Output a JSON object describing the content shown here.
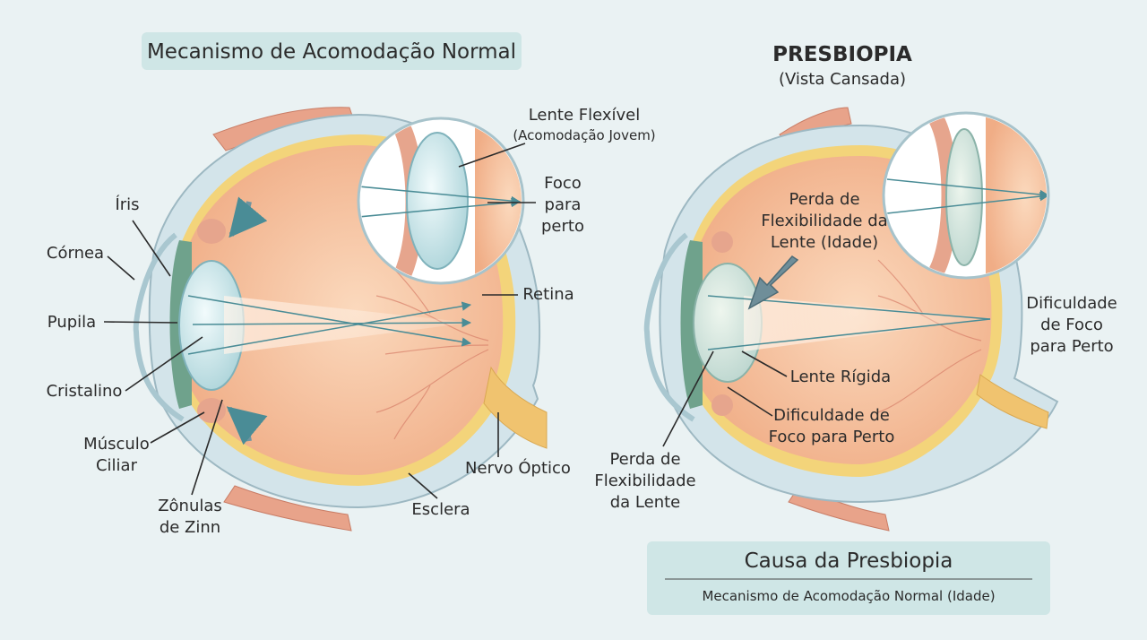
{
  "left_title": "Mecanismo de Acomodação Normal",
  "right_title": "PRESBIOPIA",
  "right_subtitle": "(Vista Cansada)",
  "left_labels": {
    "lens_flexible": "Lente Flexível",
    "lens_flexible_sub": "(Acomodação Jovem)",
    "focus_line1": "Foco",
    "focus_line2": "para",
    "focus_line3": "perto",
    "iris": "Íris",
    "cornea": "Córnea",
    "pupil": "Pupila",
    "crystalline": "Cristalino",
    "ciliary_line1": "Músculo",
    "ciliary_line2": "Ciliar",
    "zonules_line1": "Zônulas",
    "zonules_line2": "de Zinn",
    "retina": "Retina",
    "optic_nerve": "Nervo Óptico",
    "sclera": "Esclera"
  },
  "right_labels": {
    "loss_line1": "Perda de",
    "loss_line2": "Flexibilidade da",
    "loss_line3": "Lente (Idade)",
    "difficulty_right_line1": "Dificuldade",
    "difficulty_right_line2": "de Foco",
    "difficulty_right_line3": "para Perto",
    "rigid_lens": "Lente Rígida",
    "difficulty_line1": "Dificuldade de",
    "difficulty_line2": "Foco para Perto",
    "loss_bottom_line1": "Perda de",
    "loss_bottom_line2": "Flexibilidade",
    "loss_bottom_line3": "da Lente"
  },
  "cause_box": {
    "title": "Causa da Presbiopia",
    "subtitle": "Mecanismo de Acomodação Normal (Idade)"
  },
  "colors": {
    "background": "#eaf2f3",
    "eye_interior": "#f6c3a0",
    "sclera": "#cfe0e6",
    "lens": "#d4ecef",
    "ray": "#4a8c96",
    "title_box": "#cfe6e6"
  }
}
